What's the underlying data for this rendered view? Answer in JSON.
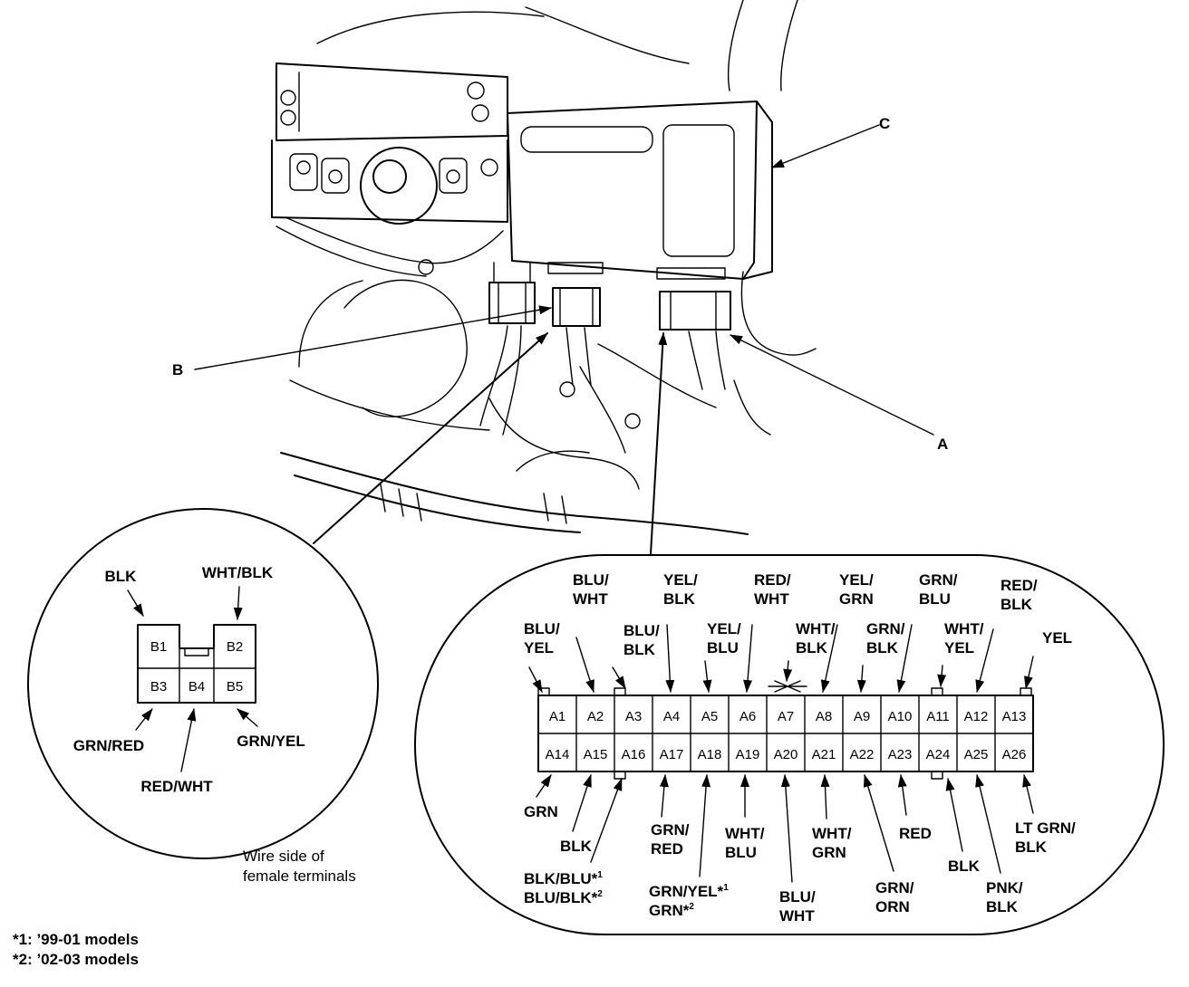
{
  "callouts": {
    "a": "A",
    "b": "B",
    "c": "C"
  },
  "connector_b": {
    "caption_line1": "Wire side of",
    "caption_line2": "female terminals",
    "pins": [
      "B1",
      "B2",
      "B3",
      "B4",
      "B5"
    ],
    "wires": {
      "b1": "BLK",
      "b2": "WHT/BLK",
      "b3": "GRN/RED",
      "b4": "RED/WHT",
      "b5": "GRN/YEL"
    }
  },
  "connector_a": {
    "pins_top": [
      "A1",
      "A2",
      "A3",
      "A4",
      "A5",
      "A6",
      "A7",
      "A8",
      "A9",
      "A10",
      "A11",
      "A12",
      "A13"
    ],
    "pins_bottom": [
      "A14",
      "A15",
      "A16",
      "A17",
      "A18",
      "A19",
      "A20",
      "A21",
      "A22",
      "A23",
      "A24",
      "A25",
      "A26"
    ],
    "wires_top": {
      "a1": [
        "BLU/",
        "YEL"
      ],
      "a2": [
        "BLU/",
        "WHT"
      ],
      "a3": [
        "BLU/",
        "BLK"
      ],
      "a4": [
        "YEL/",
        "BLK"
      ],
      "a5": [
        "YEL/",
        "BLU"
      ],
      "a6": [
        "RED/",
        "WHT"
      ],
      "a7": [
        "WHT/",
        "BLK"
      ],
      "a8": [
        "YEL/",
        "GRN"
      ],
      "a9": [
        "GRN/",
        "BLK"
      ],
      "a10": [
        "GRN/",
        "BLU"
      ],
      "a11": [
        "WHT/",
        "YEL"
      ],
      "a12": [
        "RED/",
        "BLK"
      ],
      "a13": [
        "YEL"
      ]
    },
    "wires_bottom": {
      "a14": [
        "GRN"
      ],
      "a15": [
        "BLK"
      ],
      "a16": [
        "BLK/BLU*",
        "1",
        "BLU/BLK*",
        "2"
      ],
      "a17": [
        "GRN/",
        "RED"
      ],
      "a18": [
        "GRN/YEL*",
        "1",
        "GRN*",
        "2"
      ],
      "a19": [
        "WHT/",
        "BLU"
      ],
      "a20": [
        "BLU/",
        "WHT"
      ],
      "a21": [
        "WHT/",
        "GRN"
      ],
      "a22": [
        "GRN/",
        "ORN"
      ],
      "a23": [
        "RED"
      ],
      "a24": [
        "BLK"
      ],
      "a25": [
        "PNK/",
        "BLK"
      ],
      "a26": [
        "LT GRN/",
        "BLK"
      ]
    }
  },
  "footnotes": {
    "n1": "*1: ’99-01 models",
    "n2": "*2: ’02-03 models"
  }
}
